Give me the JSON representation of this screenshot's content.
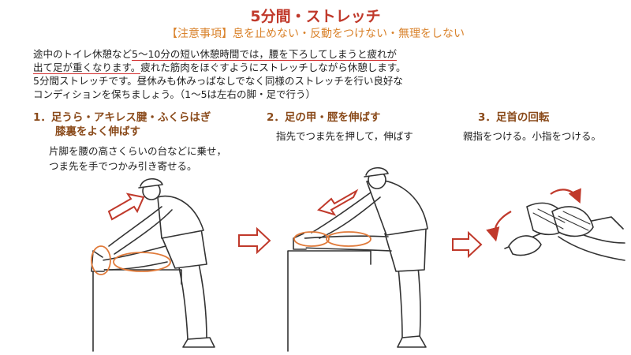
{
  "title": "5分間・ストレッチ",
  "caution": "【注意事項】息を止めない・反動をつけない・無理をしない",
  "intro": {
    "line1_plain": "途中のトイレ休憩など",
    "line1_underlined": "5～10分の短い休憩時間では，腰を下ろしてしまうと疲れが",
    "line2_underlined": "出て足が重くなります。",
    "line2_plain": "疲れた筋肉をほぐすようにストレッチしながら休憩します。",
    "line3": "5分間ストレッチです。昼休みも休みっぱなしでなく同様のストレッチを行い良好な",
    "line4": "コンディションを保ちましょう。（1～5は左右の脚・足で行う）"
  },
  "sections": [
    {
      "title_line1": "1．足うら・アキレス腱・ふくらはぎ",
      "title_line2": "膝裏をよく伸ばす",
      "desc_line1": "片脚を腰の高さくらいの台などに乗せ，",
      "desc_line2": "つま先を手でつかみ引き寄せる。"
    },
    {
      "title_line1": "2．足の甲・脛を伸ばす",
      "desc_line1": "指先でつま先を押して，伸ばす"
    },
    {
      "title_line1": "3．足首の回転",
      "desc_line1": "親指をつける。小指をつける。"
    }
  ],
  "colors": {
    "title": "#c0392b",
    "caution": "#d9822b",
    "section_title": "#8a4a1a",
    "arrow": "#c0392b",
    "underline": "#d12b2b",
    "highlight_ring": "#e07a3a"
  }
}
